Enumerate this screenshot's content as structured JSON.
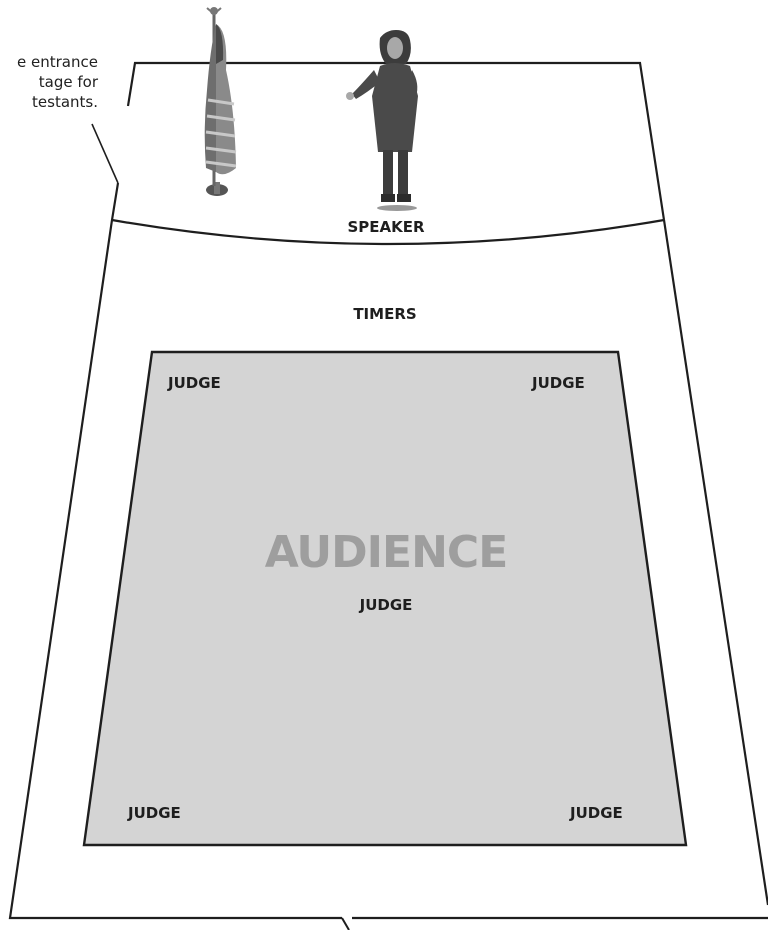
{
  "note": {
    "lines": [
      "e entrance",
      "tage for",
      "testants."
    ]
  },
  "labels": {
    "speaker": "SPEAKER",
    "timers": "TIMERS",
    "audience": "AUDIENCE",
    "judge_top_left": "JUDGE",
    "judge_top_right": "JUDGE",
    "judge_center": "JUDGE",
    "judge_bottom_left": "JUDGE",
    "judge_bottom_right": "JUDGE"
  },
  "icons": {
    "flag": "american-flag-icon",
    "speaker": "speaker-person-icon"
  },
  "colors": {
    "audience_fill": "#d4d4d4",
    "audience_text": "#9e9e9e",
    "outline": "#1e1e1e"
  }
}
